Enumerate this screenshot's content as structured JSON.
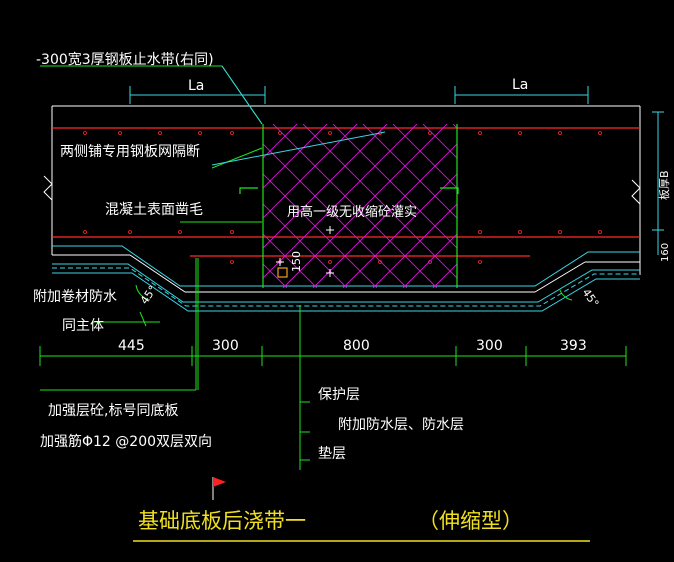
{
  "labels": {
    "waterstop": "-300宽3厚钢板止水带(右同)",
    "la_left": "La",
    "la_right": "La",
    "mesh_partition": "两侧铺专用钢板网隔断",
    "concrete_roughen": "混凝土表面凿毛",
    "fill_concrete": "用高一级无收缩砼灌实",
    "dim_150": "150",
    "slab_mark": "板厚B",
    "dim_160": "160",
    "extra_membrane_1": "附加卷材防水",
    "extra_membrane_2": "同主体",
    "angle_left": "45°",
    "angle_right": "45°",
    "dims": [
      "445",
      "300",
      "800",
      "300",
      "393"
    ],
    "reinforce_layer": "加强层砼,标号同底板",
    "reinforce_rebar": "加强筋Φ12 @200双层双向",
    "protect_layer": "保护层",
    "waterproof_layer": "附加防水层、防水层",
    "cushion_layer": "垫层",
    "title": "基础底板后浇带一",
    "title_type": "（伸缩型）"
  },
  "colors": {
    "background": "#000000",
    "red": "#ff2a2a",
    "cyan": "#3ad6e6",
    "green": "#1ee51e",
    "magenta": "#e010e0",
    "white": "#ffffff",
    "yellow": "#f0e020"
  }
}
